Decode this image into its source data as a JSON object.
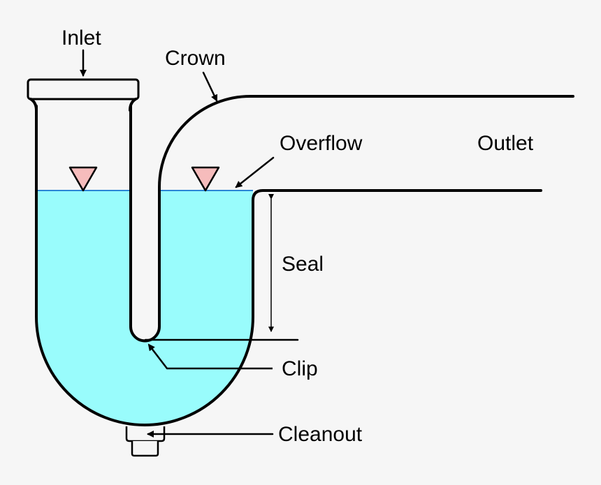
{
  "diagram": {
    "labels": {
      "inlet": "Inlet",
      "crown": "Crown",
      "overflow": "Overflow",
      "outlet": "Outlet",
      "seal": "Seal",
      "clip": "Clip",
      "cleanout": "Cleanout"
    }
  },
  "colors": {
    "background": "#f6f6f6",
    "water": "#99fcfc",
    "water_surface": "#2b86d6",
    "level_marker": "#f6bcbc",
    "pipe_stroke": "#000000"
  }
}
